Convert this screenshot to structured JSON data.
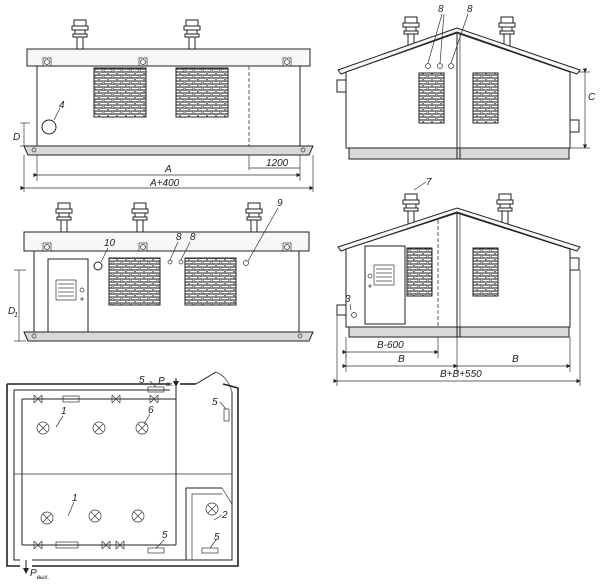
{
  "labels": {
    "dim_a": "A",
    "dim_a400": "A+400",
    "dim_1200": "1200",
    "dim_d": "D",
    "dim_d1": "D",
    "dim_d1_sub": "1",
    "dim_c": "C",
    "dim_b600": "B-600",
    "dim_b_left": "B",
    "dim_b_right": "B",
    "dim_bb550": "B+B+550",
    "p_in": "P",
    "p_in_sub": "вх.",
    "p_out": "P",
    "p_out_sub": "вых."
  },
  "callouts": {
    "c1a": "1",
    "c1b": "1",
    "c2": "2",
    "c3": "3",
    "c4": "4",
    "c5a": "5",
    "c5b": "5",
    "c5c": "5",
    "c5d": "5",
    "c6": "6",
    "c7": "7",
    "c8a": "8",
    "c8b": "8",
    "c8c": "8",
    "c8d": "8",
    "c9": "9",
    "c10": "10"
  }
}
